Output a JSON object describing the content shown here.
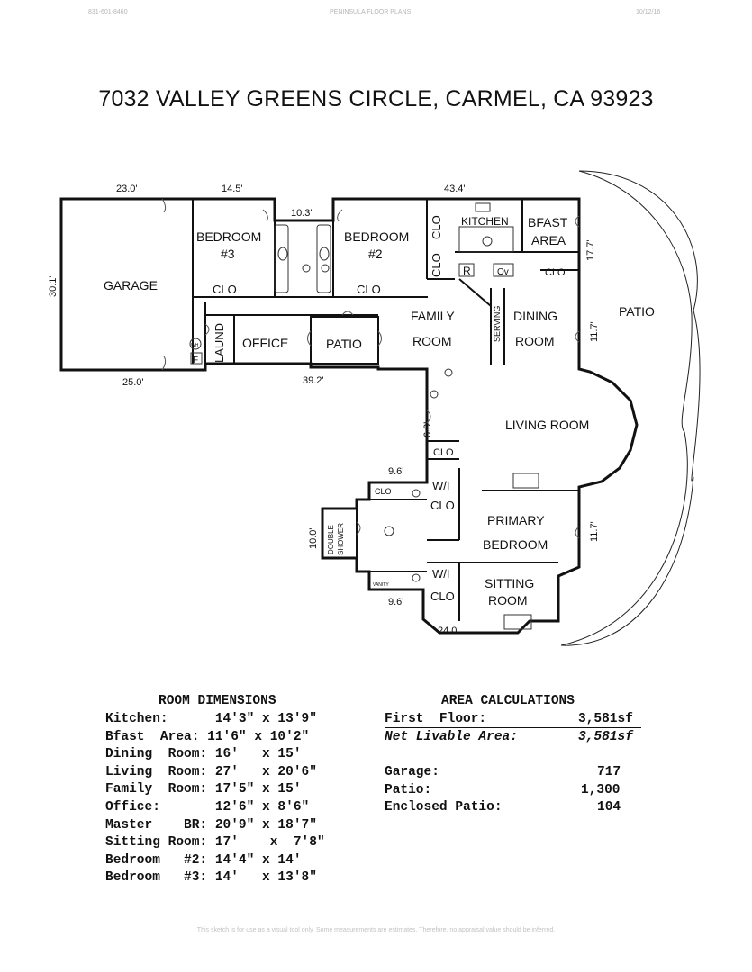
{
  "header": {
    "phone": "831-601-8460",
    "company": "PENINSULA FLOOR PLANS",
    "date": "10/12/16"
  },
  "title": "7032 VALLEY GREENS CIRCLE, CARMEL, CA  93923",
  "plan": {
    "rooms": {
      "garage": "GARAGE",
      "bedroom3": "BEDROOM",
      "bedroom3_num": "#3",
      "bedroom2": "BEDROOM",
      "bedroom2_num": "#2",
      "kitchen": "KITCHEN",
      "bfast": "BFAST",
      "bfast_area": "AREA",
      "family": "FAMILY",
      "family_room": "ROOM",
      "dining": "DINING",
      "dining_room": "ROOM",
      "patio_right": "PATIO",
      "office": "OFFICE",
      "patio_inner": "PATIO",
      "laund": "LAUND",
      "living": "LIVING ROOM",
      "primary": "PRIMARY",
      "primary_bedroom": "BEDROOM",
      "sitting": "SITTING",
      "sitting_room": "ROOM",
      "double": "DOUBLE",
      "shower": "SHOWER",
      "serving": "SERVING",
      "vanity": "VANITY"
    },
    "labels": {
      "clo": "CLO",
      "wi": "W/I",
      "r": "R",
      "ov": "Ov",
      "f": "F",
      "wh": "WH"
    },
    "dims": {
      "d230": "23.0'",
      "d145": "14.5'",
      "d434": "43.4'",
      "d103": "10.3'",
      "d301": "30.1'",
      "d250": "25.0'",
      "d392": "39.2'",
      "d177": "17.7'",
      "d117a": "11.7'",
      "d69": "6.9'",
      "d96a": "9.6'",
      "d100": "10.0'",
      "d117b": "11.7'",
      "d96b": "9.6'",
      "d240": "24.0'"
    }
  },
  "room_dimensions": {
    "heading": "ROOM DIMENSIONS",
    "rows": [
      "Kitchen:      14'3\" x 13'9\"",
      "Bfast  Area: 11'6\" x 10'2\"",
      "Dining  Room: 16'   x 15'",
      "Living  Room: 27'   x 20'6\"",
      "Family  Room: 17'5\" x 15'",
      "Office:       12'6\" x 8'6\"",
      "Master    BR: 20'9\" x 18'7\"",
      "Sitting Room: 17'    x  7'8\"",
      "Bedroom   #2: 14'4\" x 14'",
      "Bedroom   #3: 14'   x 13'8\""
    ]
  },
  "area_calculations": {
    "heading": "AREA CALCULATIONS",
    "first_floor_label": "First  Floor:",
    "first_floor_value": "3,581sf",
    "net_label": "Net Livable Area:",
    "net_value": "3,581sf",
    "garage_label": "Garage:",
    "garage_value": "717",
    "patio_label": "Patio:",
    "patio_value": "1,300",
    "enclosed_label": "Enclosed Patio:",
    "enclosed_value": "104"
  },
  "footer": "This sketch is for use as a visual tool only.  Some measurements are estimates.  Therefore, no appraisal value should be inferred."
}
